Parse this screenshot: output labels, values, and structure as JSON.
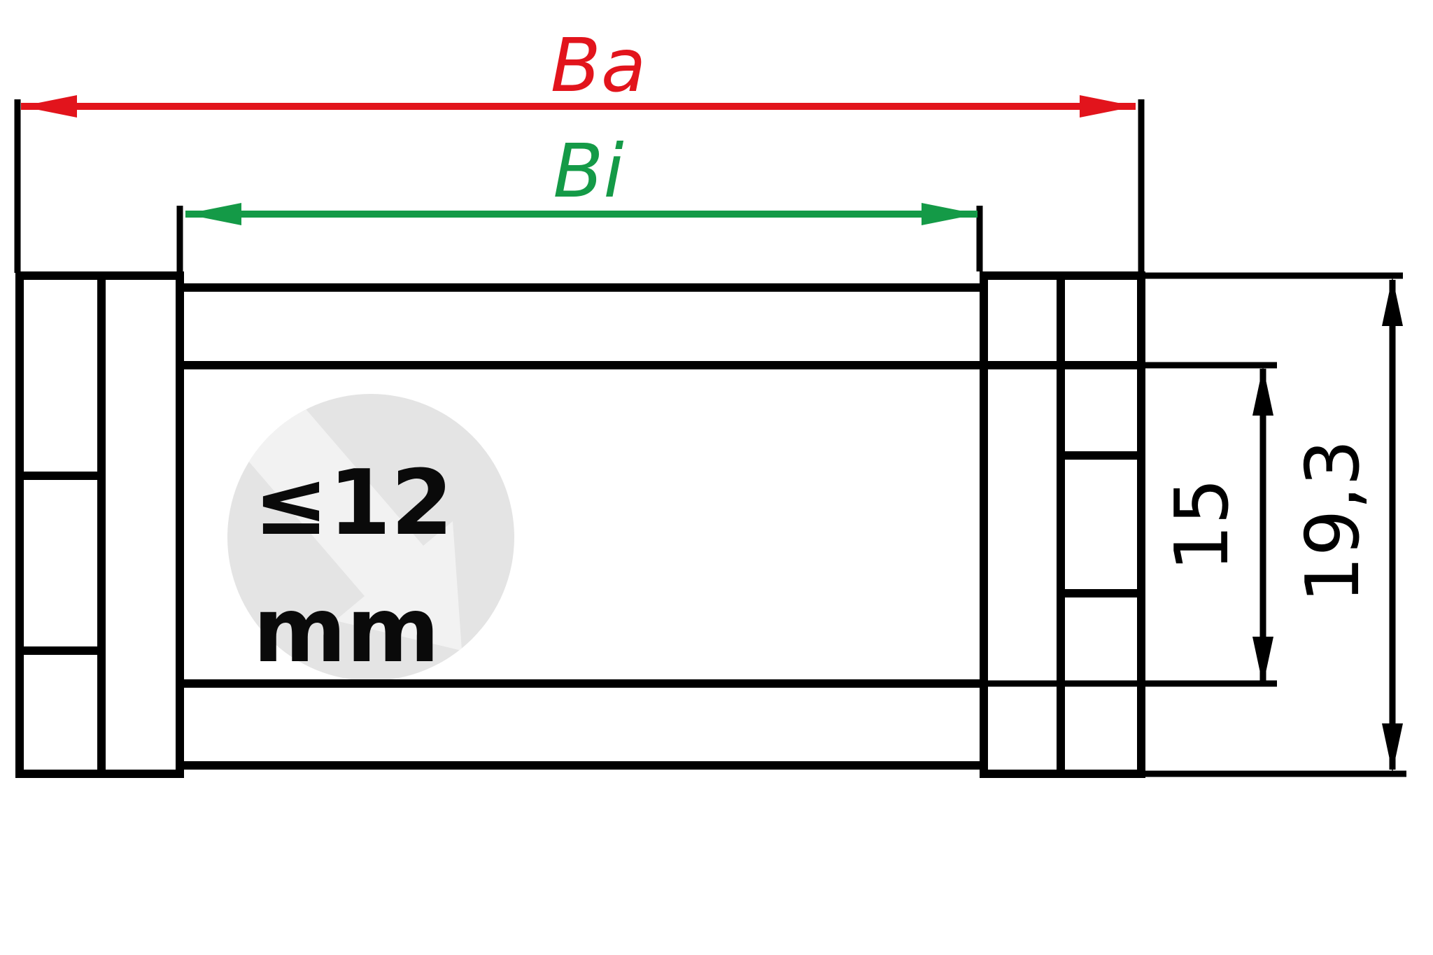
{
  "drawing": {
    "kind": "technical-dimension-drawing",
    "subject": "cable-carrier cross-section side profile"
  },
  "dims": {
    "outer_width": {
      "label": "Ba"
    },
    "inner_width": {
      "label": "Bi"
    },
    "inner_height": {
      "label": "15"
    },
    "outer_height": {
      "label": "19,3"
    }
  },
  "watermark": {
    "line1": "≤12",
    "line2": "mm"
  },
  "colors": {
    "outer_width_dim": "#e2141c",
    "inner_width_dim": "#149a47",
    "part_line": "#000000",
    "leader_line": "#000000",
    "watermark_circle": "#e4e4e4",
    "watermark_arrow": "#f2f2f2",
    "watermark_text": "#0a0a0a",
    "background": "#ffffff"
  }
}
